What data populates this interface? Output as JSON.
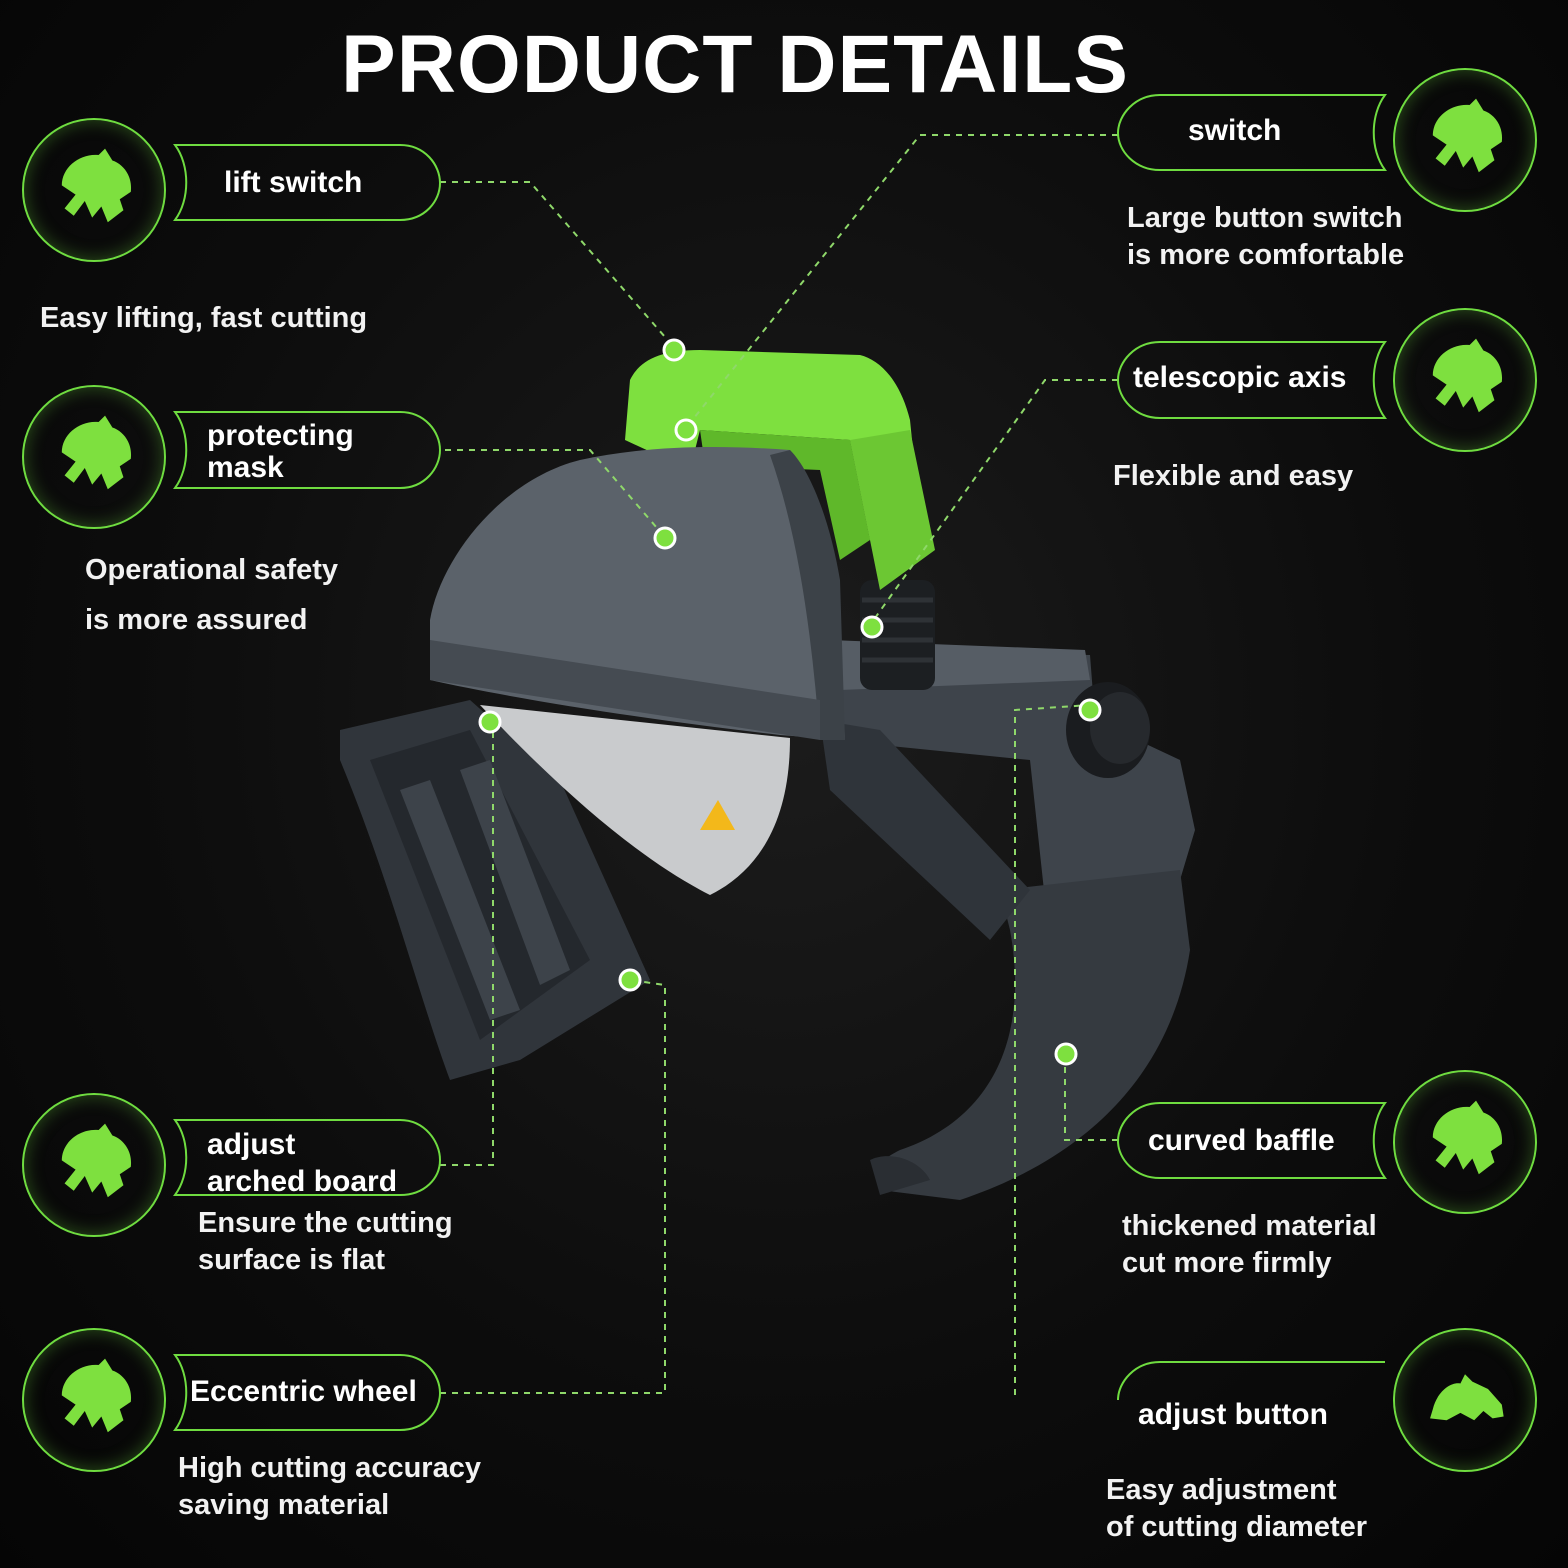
{
  "title": "PRODUCT DETAILS",
  "colors": {
    "accent": "#7ee03f",
    "background": "#0d0d0d",
    "body_gray": "#4a5057"
  },
  "features": [
    {
      "id": "lift-switch",
      "label": "lift switch",
      "desc": [
        "Easy lifting, fast cutting"
      ]
    },
    {
      "id": "protecting-mask",
      "label": [
        "protecting",
        "mask"
      ],
      "desc": [
        "Operational safety",
        "is more assured"
      ]
    },
    {
      "id": "adjust-arched-board",
      "label": [
        "adjust",
        "arched board"
      ],
      "desc": [
        "Ensure the cutting",
        "surface is flat"
      ]
    },
    {
      "id": "eccentric-wheel",
      "label": "Eccentric wheel",
      "desc": [
        "High cutting accuracy",
        "saving material"
      ]
    },
    {
      "id": "switch",
      "label": "switch",
      "desc": [
        "Large button switch",
        "is more comfortable"
      ]
    },
    {
      "id": "telescopic-axis",
      "label": "telescopic axis",
      "desc": [
        "Flexible and easy"
      ]
    },
    {
      "id": "curved-baffle",
      "label": "curved baffle",
      "desc": [
        "thickened material",
        "cut more firmly"
      ]
    },
    {
      "id": "adjust-button",
      "label": "adjust button",
      "desc": [
        "Easy adjustment",
        "of cutting diameter"
      ]
    }
  ],
  "icon": "claw-grabber-icon"
}
